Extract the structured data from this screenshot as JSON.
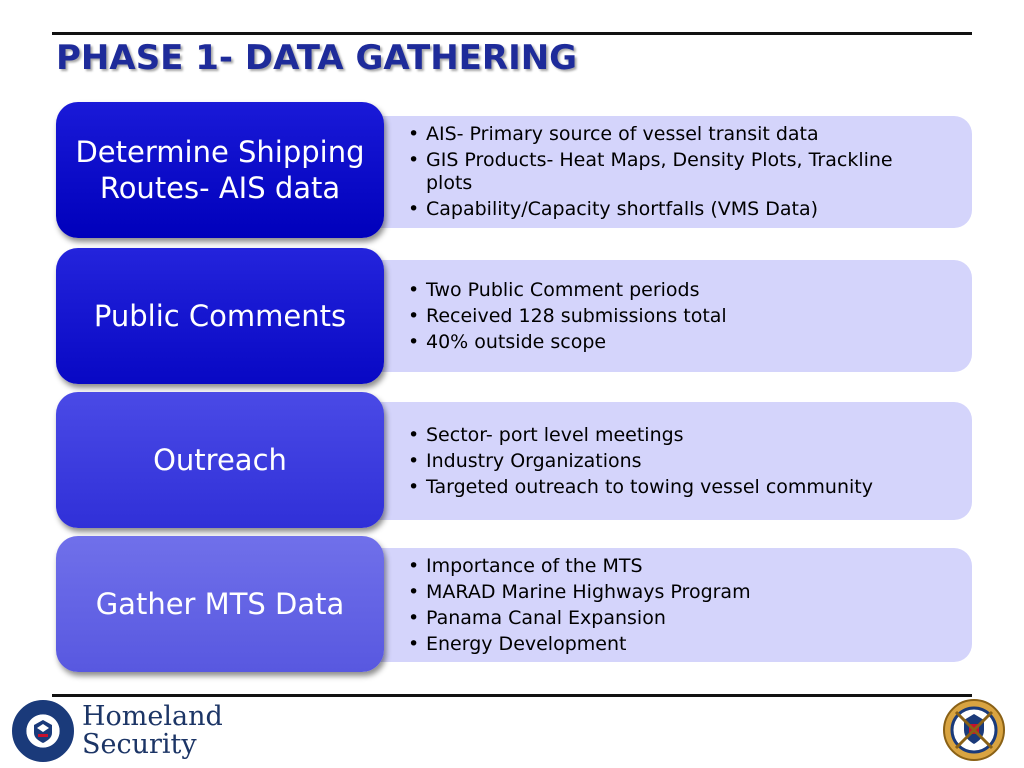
{
  "title": "PHASE 1- DATA GATHERING",
  "rows": [
    {
      "heading": "Determine Shipping Routes- AIS data",
      "bullets": [
        "AIS- Primary source of vessel transit data",
        "GIS Products- Heat Maps, Density Plots, Trackline plots",
        "Capability/Capacity shortfalls (VMS Data)"
      ]
    },
    {
      "heading": "Public Comments",
      "bullets": [
        "Two Public Comment periods",
        "Received 128 submissions total",
        "40% outside scope"
      ]
    },
    {
      "heading": "Outreach",
      "bullets": [
        "Sector- port level meetings",
        "Industry Organizations",
        "Targeted outreach to towing vessel community"
      ]
    },
    {
      "heading": "Gather MTS Data",
      "bullets": [
        "Importance of the MTS",
        "MARAD Marine Highways Program",
        "Panama Canal Expansion",
        "Energy Development"
      ]
    }
  ],
  "footer": {
    "brand_line1": "Homeland",
    "brand_line2": "Security"
  },
  "colors": {
    "title": "#1e2b9a",
    "detail_bg": "#d4d4fb",
    "heading_gradients": [
      "#0000cc",
      "#1414d6",
      "#3a3ae0",
      "#6a6ae6"
    ]
  },
  "icons": {
    "dhs_seal": "dhs-seal-icon",
    "coast_guard": "coast-guard-emblem-icon"
  }
}
